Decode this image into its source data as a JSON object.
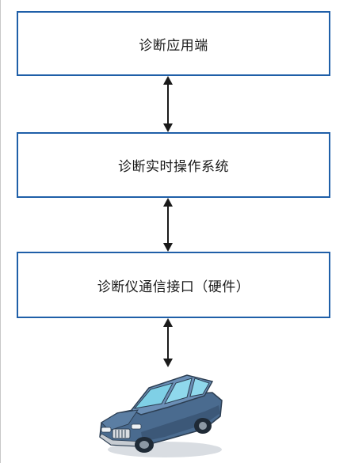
{
  "diagram": {
    "layers": [
      {
        "id": "app",
        "label": "诊断应用端"
      },
      {
        "id": "rtos",
        "label": "诊断实时操作系统"
      },
      {
        "id": "interface",
        "label": "诊断仪通信接口（硬件）"
      }
    ],
    "connections": [
      {
        "from": "app",
        "to": "rtos",
        "style": "double-arrow"
      },
      {
        "from": "rtos",
        "to": "interface",
        "style": "double-arrow"
      },
      {
        "from": "interface",
        "to": "vehicle",
        "style": "double-arrow"
      }
    ],
    "vehicle_icon": "car-icon",
    "colors": {
      "box_border": "#1f5fa8",
      "arrow": "#1a1a1a",
      "car_body": "#5b7ea3",
      "car_window": "#7fd0e6"
    }
  }
}
